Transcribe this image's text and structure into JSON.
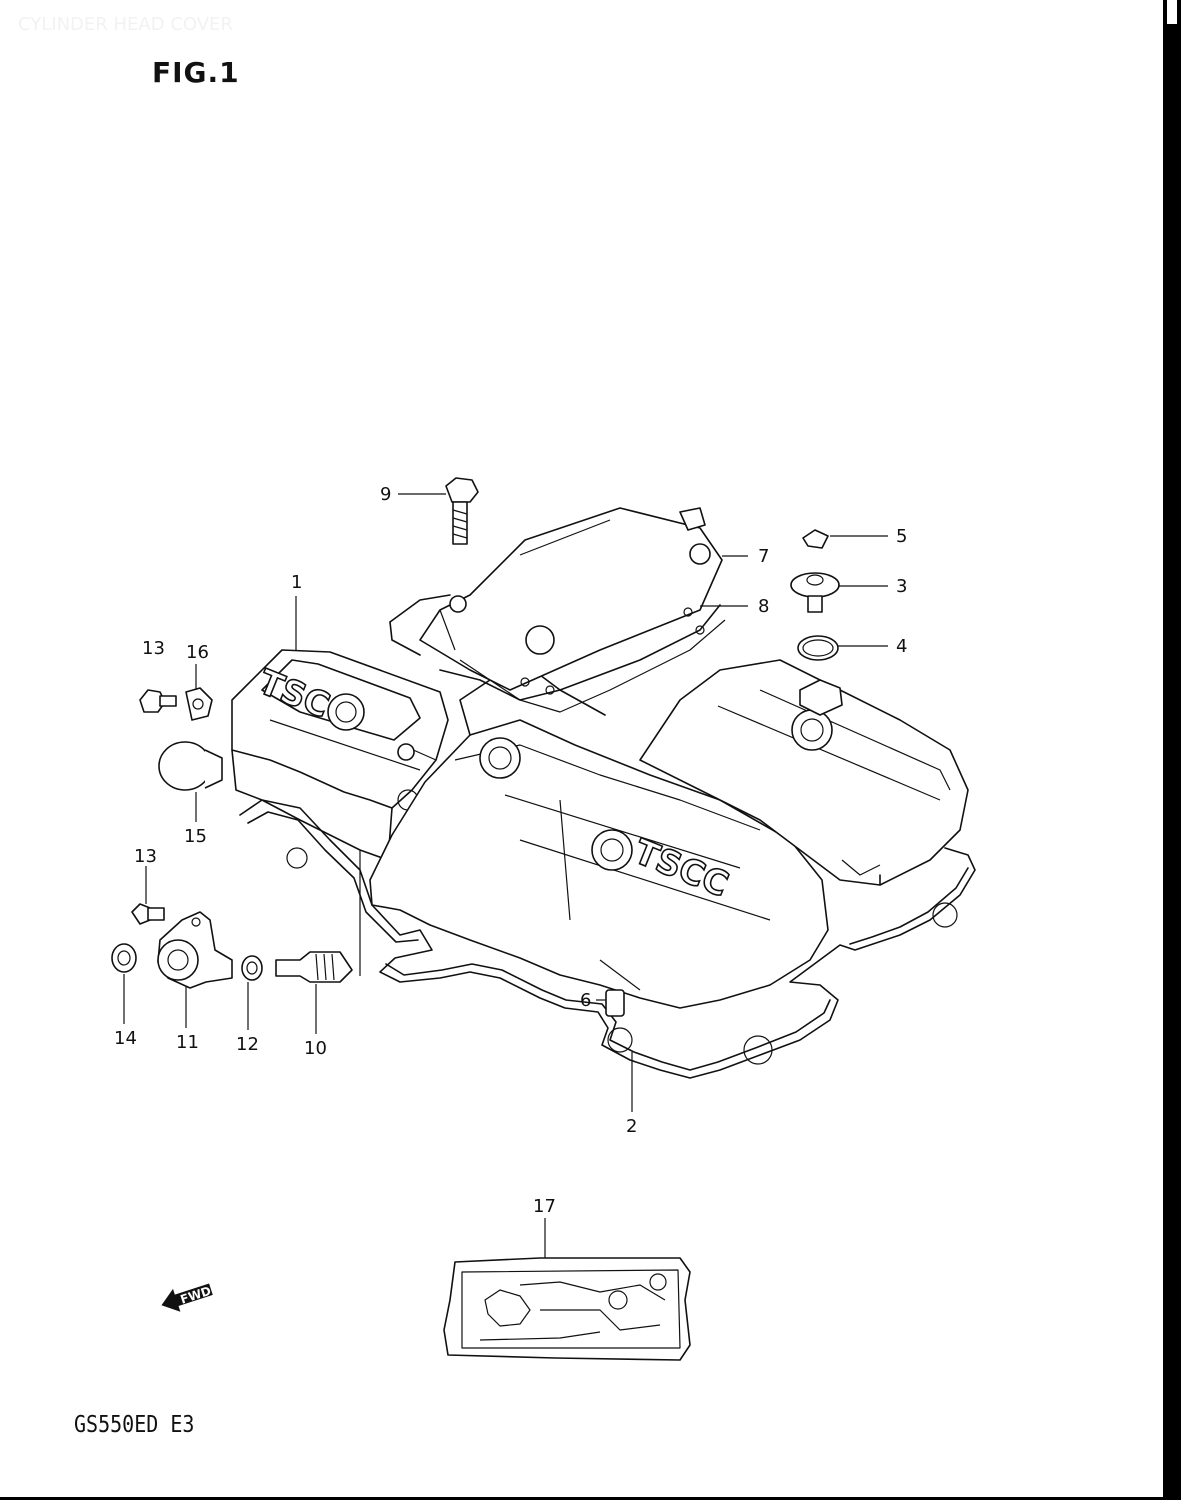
{
  "figure": {
    "title": "FIG.1",
    "model_code": "GS550ED E3",
    "faint_header": "CYLINDER HEAD COVER"
  },
  "embossed_logo": "TSCC",
  "fwd_arrow_label": "FWD",
  "callouts": [
    {
      "id": "1",
      "label": "1"
    },
    {
      "id": "2",
      "label": "2"
    },
    {
      "id": "3",
      "label": "3"
    },
    {
      "id": "4",
      "label": "4"
    },
    {
      "id": "5",
      "label": "5"
    },
    {
      "id": "6",
      "label": "6"
    },
    {
      "id": "7",
      "label": "7"
    },
    {
      "id": "8",
      "label": "8"
    },
    {
      "id": "9",
      "label": "9"
    },
    {
      "id": "10",
      "label": "10"
    },
    {
      "id": "11",
      "label": "11"
    },
    {
      "id": "12",
      "label": "12"
    },
    {
      "id": "13a",
      "label": "13"
    },
    {
      "id": "13b",
      "label": "13"
    },
    {
      "id": "14",
      "label": "14"
    },
    {
      "id": "15",
      "label": "15"
    },
    {
      "id": "16",
      "label": "16"
    },
    {
      "id": "17",
      "label": "17"
    }
  ]
}
